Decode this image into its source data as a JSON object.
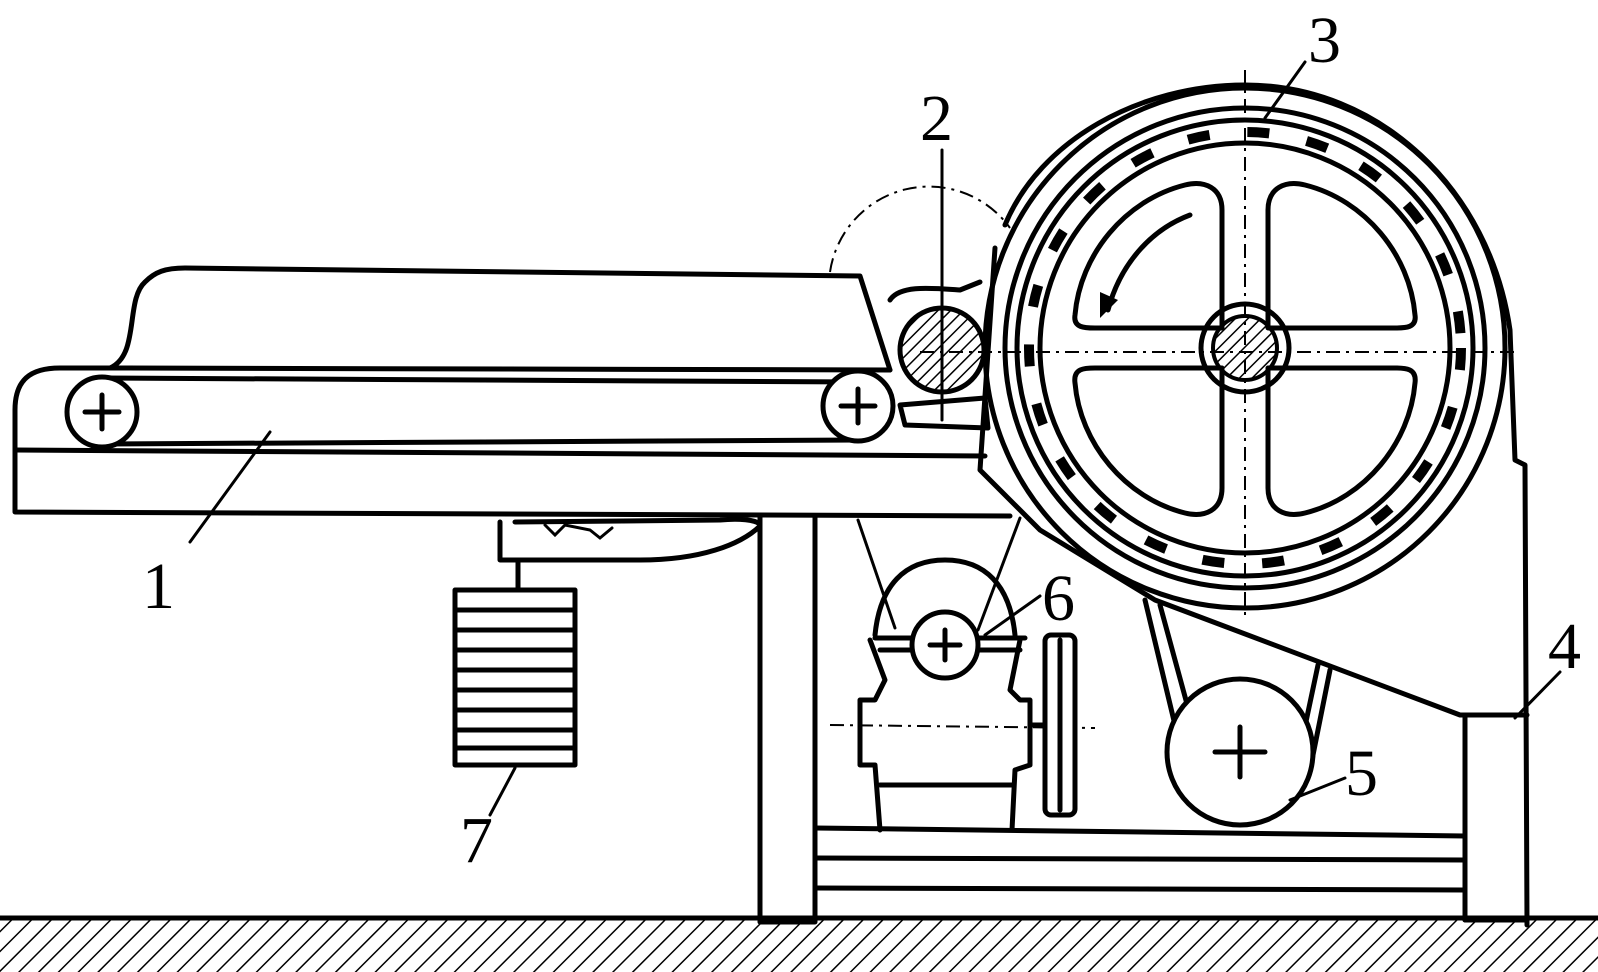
{
  "labels": {
    "feed_conveyor": "1",
    "feed_roller": "2",
    "cylinder": "3",
    "frame": "4",
    "motor_pulley": "5",
    "fan": "6",
    "counterweight": "7"
  },
  "colors": {
    "line": "#000000",
    "background": "#ffffff"
  }
}
